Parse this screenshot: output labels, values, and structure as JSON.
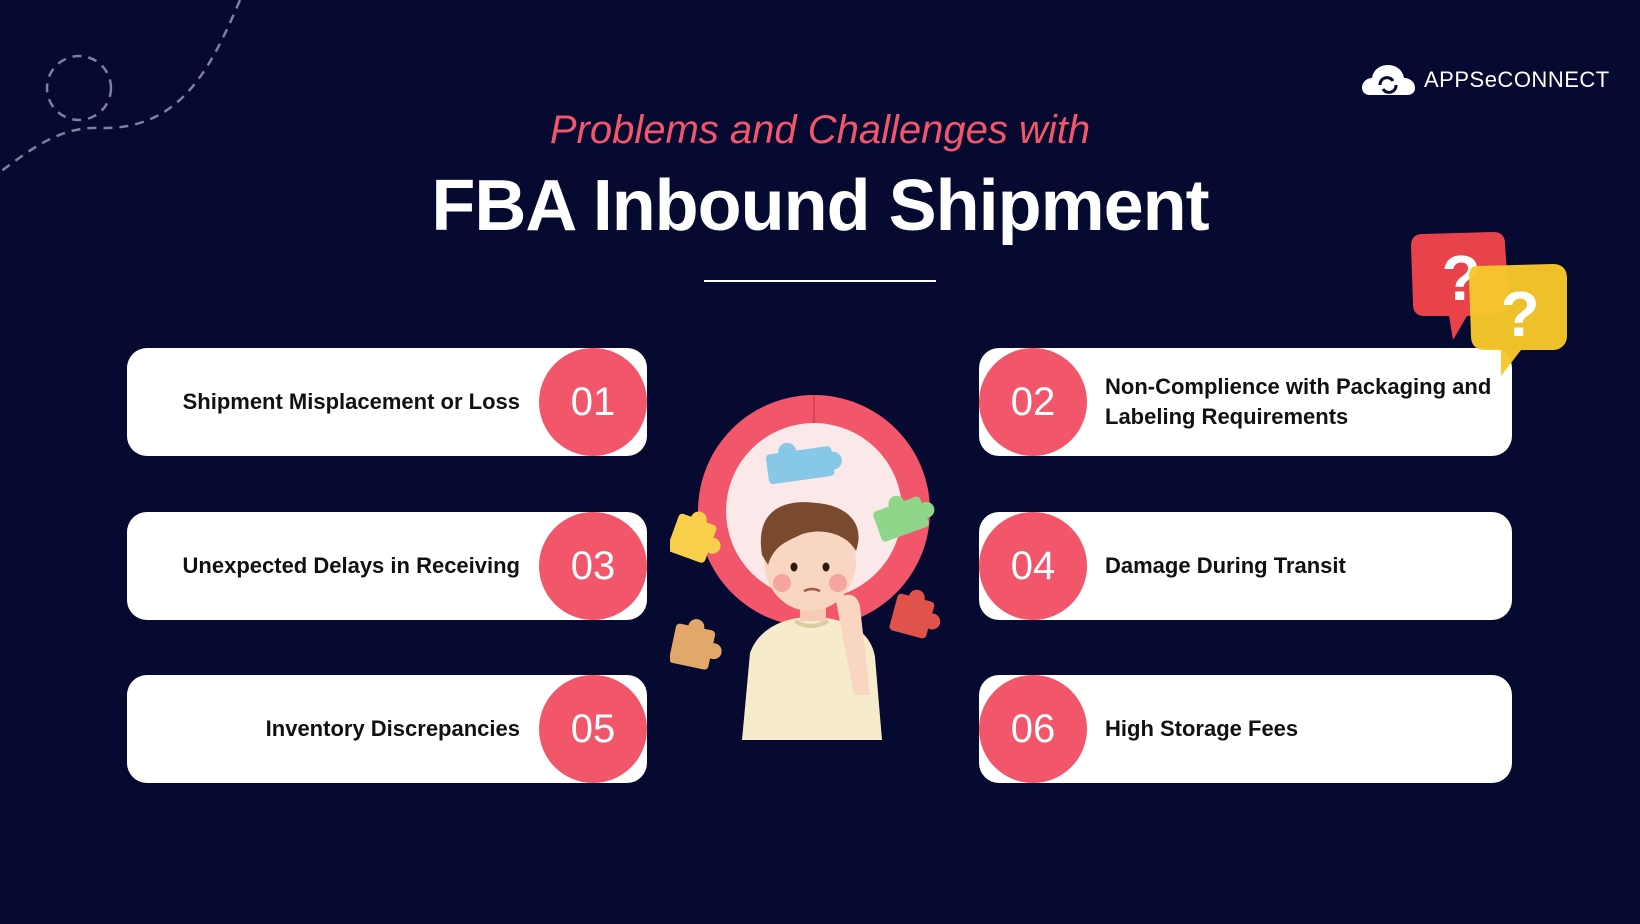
{
  "brand": {
    "name": "APPSeCONNECT",
    "icon": "cloud-sync-icon"
  },
  "header": {
    "subtitle": "Problems and Challenges with",
    "title": "FBA Inbound Shipment"
  },
  "problems": [
    {
      "number": "01",
      "label": "Shipment Misplacement or Loss"
    },
    {
      "number": "02",
      "label": "Non-Complience with Packaging and Labeling Requirements"
    },
    {
      "number": "03",
      "label": "Unexpected Delays in Receiving"
    },
    {
      "number": "04",
      "label": "Damage During Transit"
    },
    {
      "number": "05",
      "label": "Inventory Discrepancies"
    },
    {
      "number": "06",
      "label": "High Storage Fees"
    }
  ],
  "colors": {
    "background": "#060930",
    "accent": "#f2566a",
    "card": "#ffffff"
  },
  "illustrations": [
    "thinking-person-icon",
    "puzzle-piece-icon",
    "question-bubble-icon"
  ]
}
